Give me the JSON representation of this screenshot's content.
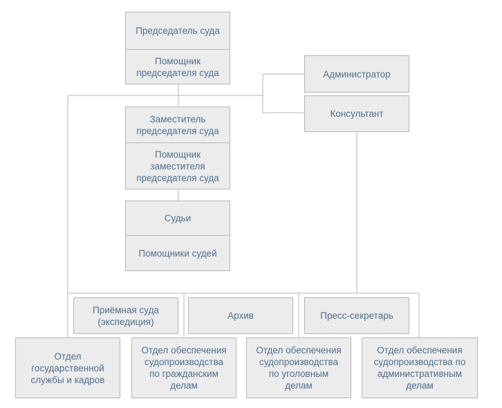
{
  "org": {
    "chairman": "Председатель суда",
    "chairman_assistant": "Помощник\nпредседателя суда",
    "administrator": "Администратор",
    "consultant": "Консультант",
    "deputy": "Заместитель\nпредседателя суда",
    "deputy_assistant": "Помощник\nзаместителя\nпредседателя суда",
    "judges": "Судьи",
    "judges_assistants": "Помощники судей",
    "reception": "Приёмная суда\n(экспедиция)",
    "archive": "Архив",
    "press": "Пресс-секретарь",
    "dept_personnel": "Отдел\nгосударственной\nслужбы и кадров",
    "dept_civil": "Отдел обеспечения\nсудопроизводства\nпо гражданским\nделам",
    "dept_criminal": "Отдел обеспечения\nсудопроизводства\nпо уголовным\nделам",
    "dept_admin": "Отдел обеспечения\nсудопроизводства по\nадминистративным\nделам"
  },
  "colors": {
    "text": "#4d6f8f",
    "box_fill": "#ececec",
    "border": "#b5b5b5"
  }
}
